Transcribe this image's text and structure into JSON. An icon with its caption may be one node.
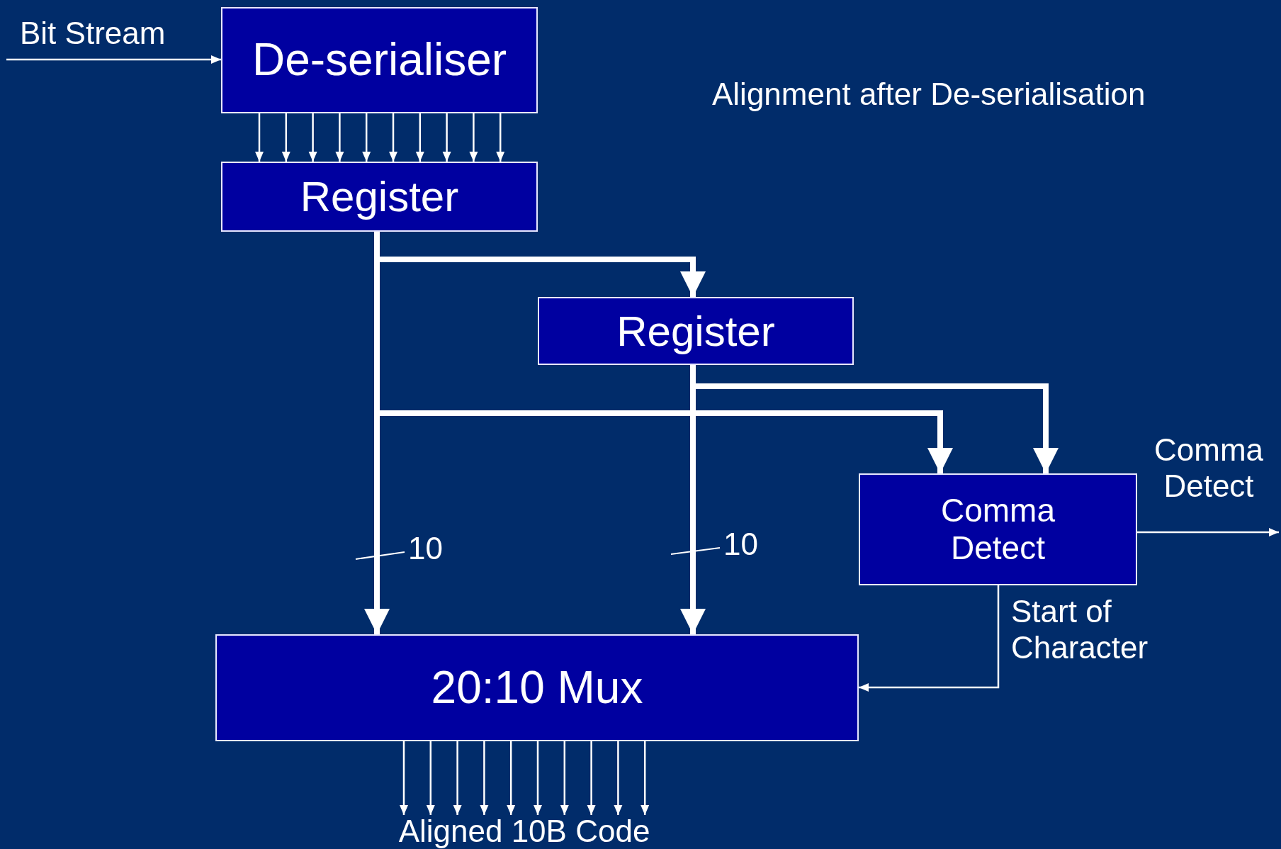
{
  "diagram": {
    "title": "Alignment after De-serialisation",
    "nodes": [
      {
        "text": [
          "De-serialiser"
        ]
      },
      {
        "text": [
          "Register"
        ]
      },
      {
        "text": [
          "Register"
        ]
      },
      {
        "text": [
          "Comma Detect"
        ]
      },
      {
        "text": [
          "20:10 Mux"
        ]
      },
      {
        "text": [
          "Aligned 10B Code"
        ]
      }
    ],
    "edges": [
      {
        "from": null,
        "to": 0,
        "arrow": "to",
        "label": "Bit Stream"
      },
      {
        "from": 0,
        "to": 1,
        "arrow": "to"
      },
      {
        "from": 0,
        "to": 1,
        "arrow": "to"
      },
      {
        "from": 0,
        "to": 1,
        "arrow": "to"
      },
      {
        "from": 0,
        "to": 1,
        "arrow": "to"
      },
      {
        "from": 0,
        "to": 1,
        "arrow": "to"
      },
      {
        "from": 0,
        "to": 1,
        "arrow": "to"
      },
      {
        "from": 0,
        "to": 1,
        "arrow": "to"
      },
      {
        "from": 0,
        "to": 1,
        "arrow": "to"
      },
      {
        "from": 0,
        "to": 1,
        "arrow": "to"
      },
      {
        "from": 0,
        "to": 1,
        "arrow": "to"
      },
      {
        "from": 1,
        "to": 2,
        "arrow": "to",
        "style": "thick"
      },
      {
        "from": 1,
        "to": 4,
        "arrow": "to",
        "style": "thick"
      },
      {
        "from": 1,
        "to": 3,
        "arrow": "to",
        "style": "thick"
      },
      {
        "from": 2,
        "to": 4,
        "arrow": "to",
        "style": "thick"
      },
      {
        "from": 2,
        "to": 3,
        "arrow": "to",
        "style": "thick"
      },
      {
        "from": 3,
        "to": 4,
        "arrow": "to",
        "label": "Start of Character"
      },
      {
        "from": 3,
        "to": null,
        "arrow": "to",
        "label": "Comma Detect"
      },
      {
        "from": 4,
        "to": 5,
        "arrow": "to"
      },
      {
        "from": 4,
        "to": 5,
        "arrow": "to"
      },
      {
        "from": 4,
        "to": 5,
        "arrow": "to"
      },
      {
        "from": 4,
        "to": 5,
        "arrow": "to"
      },
      {
        "from": 4,
        "to": 5,
        "arrow": "to"
      },
      {
        "from": 4,
        "to": 5,
        "arrow": "to"
      },
      {
        "from": 4,
        "to": 5,
        "arrow": "to"
      },
      {
        "from": 4,
        "to": 5,
        "arrow": "to"
      },
      {
        "from": 4,
        "to": 5,
        "arrow": "to"
      },
      {
        "from": 4,
        "to": 5,
        "arrow": "to"
      }
    ],
    "labels": [
      "10",
      "10"
    ]
  }
}
